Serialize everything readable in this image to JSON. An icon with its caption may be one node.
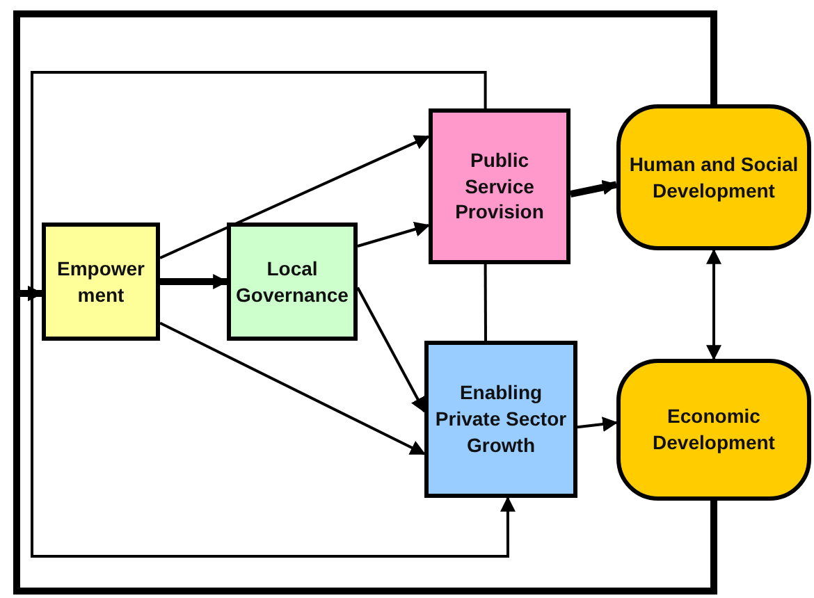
{
  "diagram": {
    "nodes": [
      {
        "text": [
          "Empower ment"
        ]
      },
      {
        "text": [
          "Local Governance"
        ]
      },
      {
        "text": [
          "Public Service Provision"
        ]
      },
      {
        "text": [
          "Enabling Private Sector Growth"
        ]
      },
      {
        "text": [
          "Human and Social Development"
        ]
      },
      {
        "text": [
          "Economic Development"
        ]
      }
    ],
    "edges": [
      {
        "from": 0,
        "to": 1,
        "arrow": "to",
        "style": "thick"
      },
      {
        "from": 0,
        "to": 2,
        "arrow": "to"
      },
      {
        "from": 0,
        "to": 3,
        "arrow": "to"
      },
      {
        "from": 1,
        "to": 2,
        "arrow": "to"
      },
      {
        "from": 1,
        "to": 3,
        "arrow": "to"
      },
      {
        "from": 2,
        "to": 4,
        "arrow": "to",
        "style": "thick"
      },
      {
        "from": 3,
        "to": 5,
        "arrow": "to"
      },
      {
        "from": 4,
        "to": 5,
        "arrow": "both"
      },
      {
        "from": 2,
        "to": 3,
        "arrow": "to"
      },
      {
        "from": 2,
        "to": 3,
        "arrow": "none"
      },
      {
        "from": 4,
        "to": 0,
        "arrow": "to",
        "style": "thick"
      },
      {
        "from": 5,
        "to": 0,
        "arrow": "to",
        "style": "thick"
      }
    ]
  }
}
